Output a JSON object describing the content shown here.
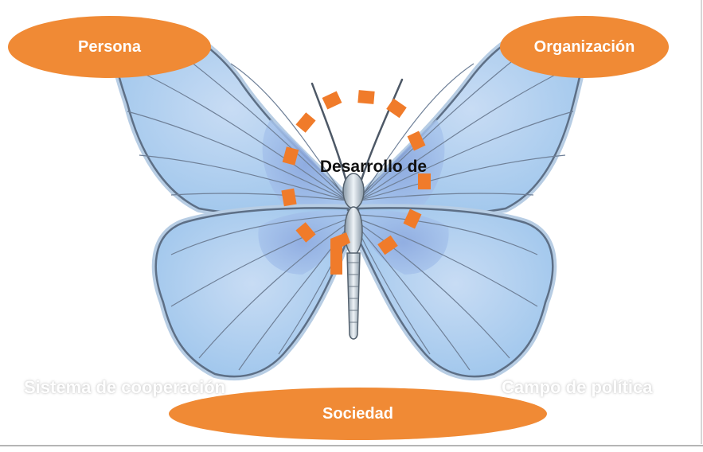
{
  "diagram": {
    "center_label": "Desarrollo de",
    "nodes": {
      "top_left": "Persona",
      "top_right": "Organización",
      "bottom": "Sociedad"
    },
    "side_labels": {
      "left": "Sistema de cooperación",
      "right": "Campo de política"
    },
    "colors": {
      "node_fill": "#f08a35",
      "wing_fill": "#a9cdee",
      "wing_inner": "#8eaee0",
      "dash_ring": "#f07b2a"
    }
  }
}
